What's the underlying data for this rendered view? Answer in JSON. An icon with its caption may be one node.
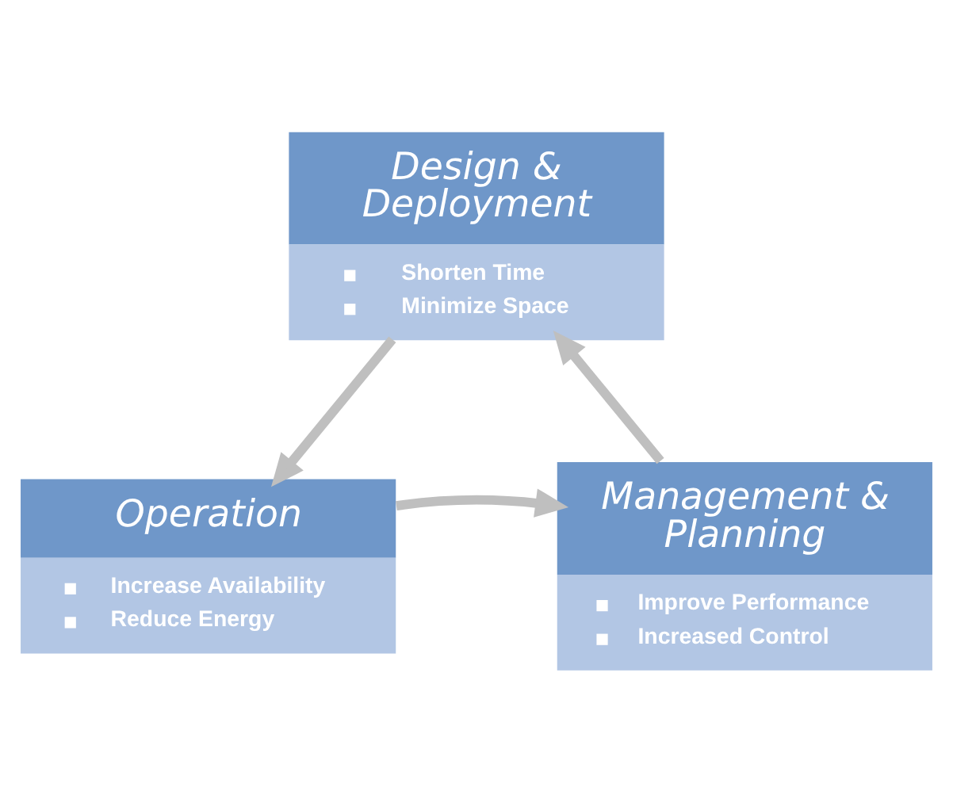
{
  "diagram": {
    "nodes": [
      {
        "text": [
          "Design & Deployment",
          "Shorten Time",
          "Minimize Space"
        ]
      },
      {
        "text": [
          "Operation",
          "Increase Availability",
          "Reduce Energy"
        ]
      },
      {
        "text": [
          "Management & Planning",
          "Improve Performance",
          "Increased Control"
        ]
      }
    ],
    "edges": [
      {
        "from": 0,
        "to": 1,
        "arrow": "to"
      },
      {
        "from": 1,
        "to": 2,
        "arrow": "to"
      },
      {
        "from": 2,
        "to": 0,
        "arrow": "to"
      }
    ]
  }
}
